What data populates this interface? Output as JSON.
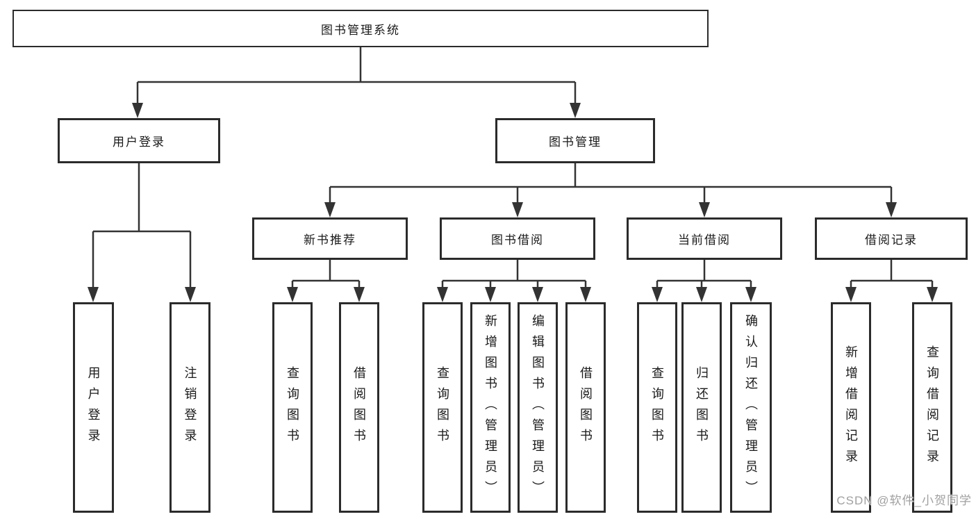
{
  "tree": {
    "root": {
      "label": "图书管理系统"
    },
    "branches": [
      {
        "label": "用户登录",
        "children": [
          {
            "label": "用户登录"
          },
          {
            "label": "注销登录"
          }
        ]
      },
      {
        "label": "图书管理",
        "sections": [
          {
            "label": "新书推荐",
            "children": [
              {
                "label": "查询图书"
              },
              {
                "label": "借阅图书"
              }
            ]
          },
          {
            "label": "图书借阅",
            "children": [
              {
                "label": "查询图书"
              },
              {
                "label": "新增图书（管理员）"
              },
              {
                "label": "编辑图书（管理员）"
              },
              {
                "label": "借阅图书"
              }
            ]
          },
          {
            "label": "当前借阅",
            "children": [
              {
                "label": "查询图书"
              },
              {
                "label": "归还图书"
              },
              {
                "label": "确认归还（管理员）"
              }
            ]
          },
          {
            "label": "借阅记录",
            "children": [
              {
                "label": "新增借阅记录"
              },
              {
                "label": "查询借阅记录"
              }
            ]
          }
        ]
      }
    ]
  },
  "watermark": {
    "text": "CSDN @软件_小贺同学"
  },
  "colors": {
    "line": "#333333",
    "box_border": "#2b2b2b",
    "box_fill": "#ffffff",
    "text": "#1a1a1a",
    "watermark_text": "#a0a0a0",
    "background": "#ffffff"
  }
}
